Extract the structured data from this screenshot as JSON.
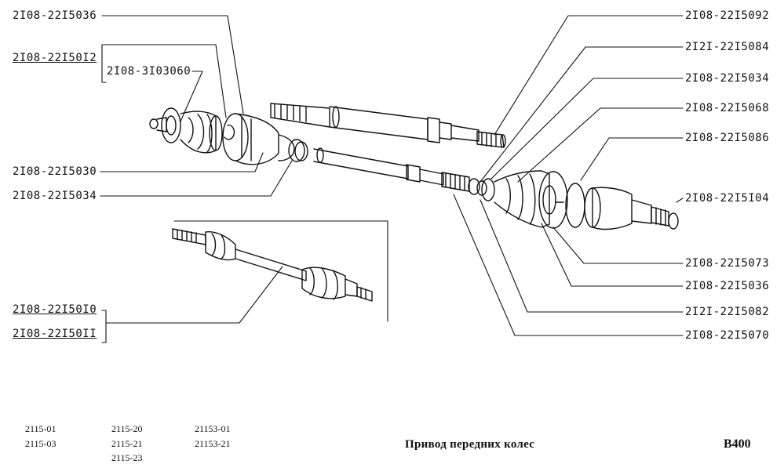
{
  "parts": {
    "p1": "2I08-22I5036",
    "p2": "2I08-22I50I2",
    "p3": "2I08-3I03060",
    "p4": "2I08-22I5030",
    "p5": "2I08-22I5034",
    "p6": "2I08-22I50I0",
    "p7": "2I08-22I50II",
    "p8": "2I08-22I5092",
    "p9": "2I2I-22I5084",
    "p10": "2I08-22I5034",
    "p11": "2I08-22I5068",
    "p12": "2I08-22I5086",
    "p13": "2I08-22I5I04",
    "p14": "2I08-22I5073",
    "p15": "2I08-22I5036",
    "p16": "2I2I-22I5082",
    "p17": "2I08-22I5070"
  },
  "models": {
    "col1": [
      "2115-01",
      "2115-03"
    ],
    "col2": [
      "2115-20",
      "2115-21",
      "2115-23"
    ],
    "col3": [
      "21153-01",
      "21153-21"
    ]
  },
  "footer": {
    "title": "Привод передних колес",
    "code": "B400"
  }
}
